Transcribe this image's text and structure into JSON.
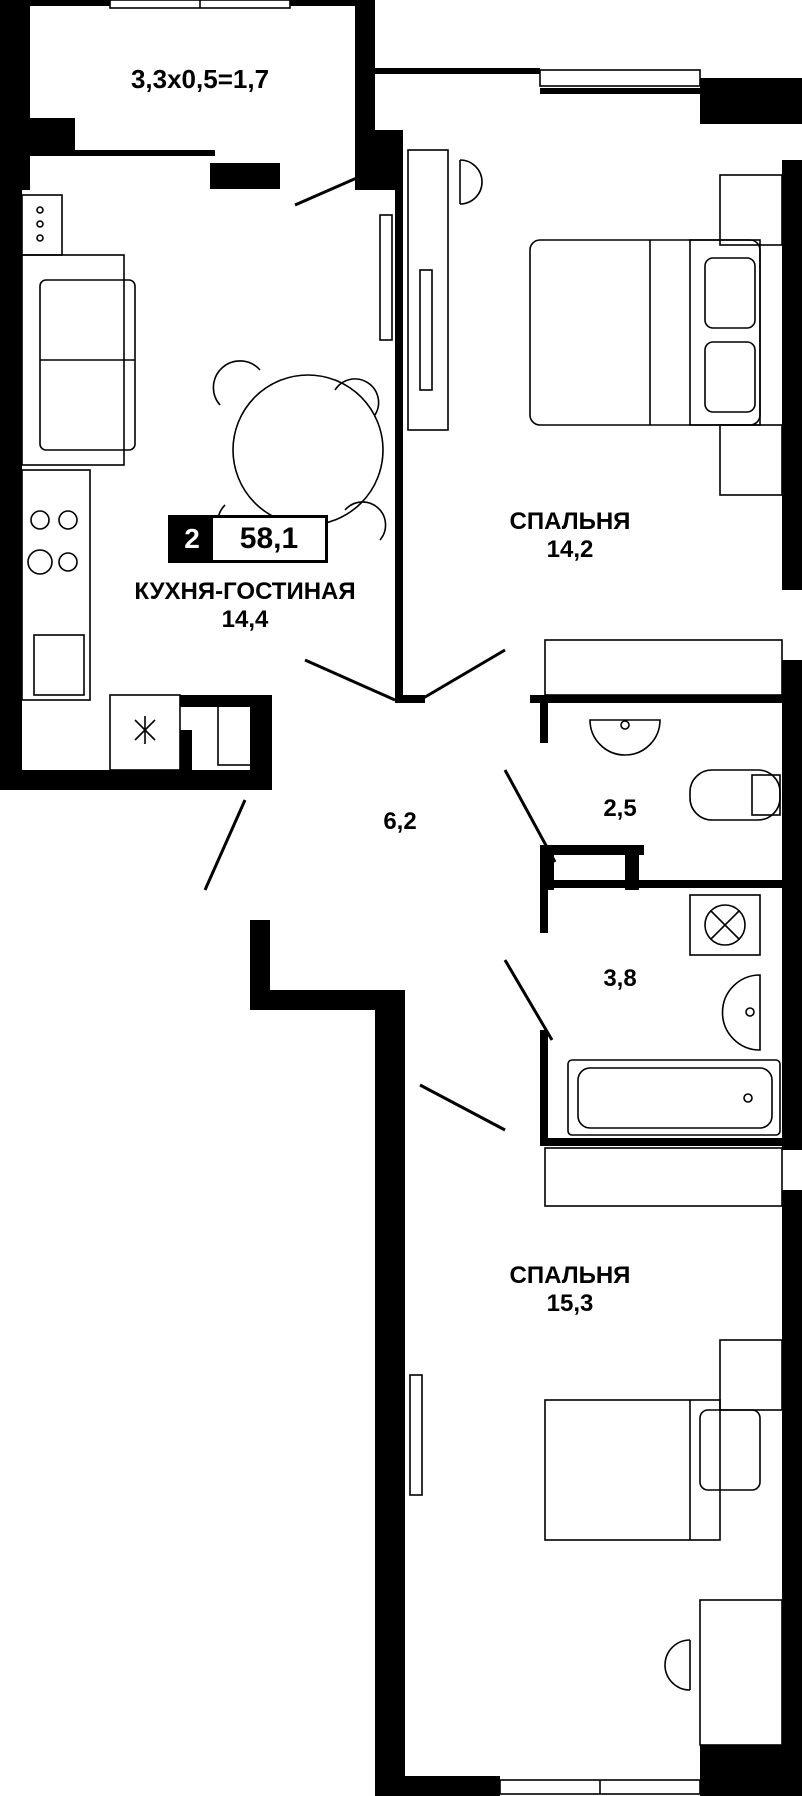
{
  "plan": {
    "total_rooms": "2",
    "total_area": "58,1",
    "rooms": [
      {
        "name": "",
        "area": "3,3х0,5=1,7"
      },
      {
        "name": "КУХНЯ-ГОСТИНАЯ",
        "area": "14,4"
      },
      {
        "name": "СПАЛЬНЯ",
        "area": "14,2"
      },
      {
        "name": "",
        "area": "6,2"
      },
      {
        "name": "",
        "area": "2,5"
      },
      {
        "name": "",
        "area": "3,8"
      },
      {
        "name": "СПАЛЬНЯ",
        "area": "15,3"
      }
    ]
  },
  "colors": {
    "wall": "#000000",
    "furniture_stroke": "#000000",
    "background": "#ffffff"
  }
}
